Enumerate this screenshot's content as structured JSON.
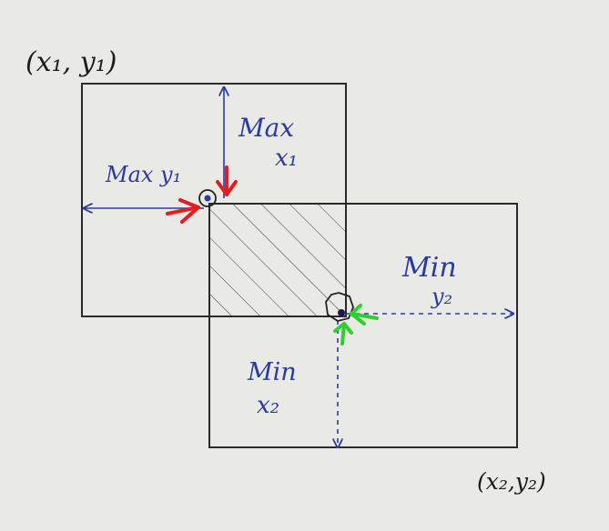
{
  "colors": {
    "paper": "#e9e9e6",
    "box_ink": "#2a2a2e",
    "label_ink": "#2b3aa0",
    "arrow_red": "#e41d1d",
    "arrow_green": "#2ed02e"
  },
  "labels": {
    "top_left_corner": "(x₁, y₁)",
    "bottom_right_corner": "(x₂,y₂)",
    "max_x1_line1": "Max",
    "max_x1_line2": "x₁",
    "max_y1": "Max y₁",
    "min_y2_line1": "Min",
    "min_y2_line2": "y₂",
    "min_x2_line1": "Min",
    "min_x2_line2": "x₂"
  },
  "icons": [
    "intersection-start-marker",
    "intersection-end-marker",
    "red-arrow-icon",
    "green-arrow-icon"
  ]
}
